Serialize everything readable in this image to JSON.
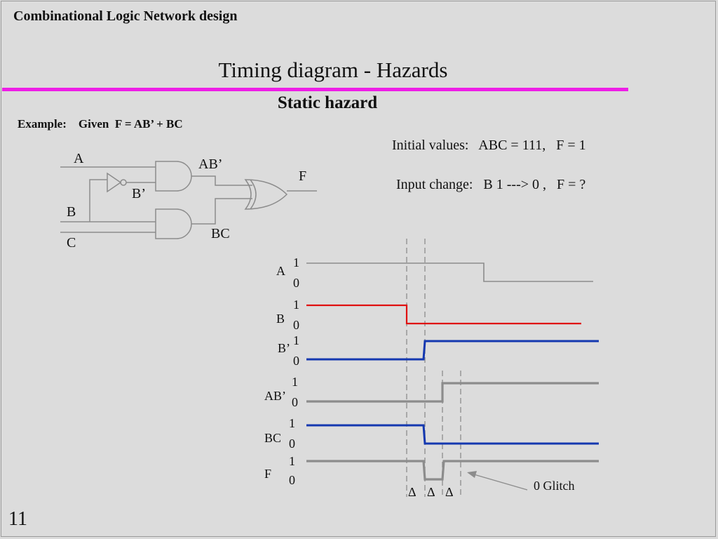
{
  "header": {
    "course": "Combinational Logic Network design",
    "title": "Timing diagram - Hazards",
    "subtitle": "Static hazard"
  },
  "example": {
    "label": "Example:",
    "given": "Given  F = AB’ + BC"
  },
  "notes": {
    "initial": "Initial values:   ABC = 111,   F = 1",
    "change": "Input change:   B 1 ---> 0 ,   F = ?"
  },
  "circuit": {
    "labels": {
      "a": "A",
      "b": "B",
      "c": "C",
      "bp": "B’",
      "abp": "AB’",
      "bc": "BC",
      "f": "F"
    }
  },
  "timing": {
    "signals": [
      {
        "name": "A",
        "color": "#8c8c8c",
        "width": 1.6
      },
      {
        "name": "B",
        "color": "#e01010",
        "width": 2.2
      },
      {
        "name": "B’",
        "color": "#1438b0",
        "width": 3
      },
      {
        "name": "AB’",
        "color": "#8c8c8c",
        "width": 3.2
      },
      {
        "name": "BC",
        "color": "#1438b0",
        "width": 3
      },
      {
        "name": "F",
        "color": "#8c8c8c",
        "width": 3.2
      }
    ],
    "one_label": "1",
    "zero_label": "0",
    "delta_label": "Δ",
    "glitch_label": "0 Glitch"
  },
  "page": {
    "number": "11"
  }
}
